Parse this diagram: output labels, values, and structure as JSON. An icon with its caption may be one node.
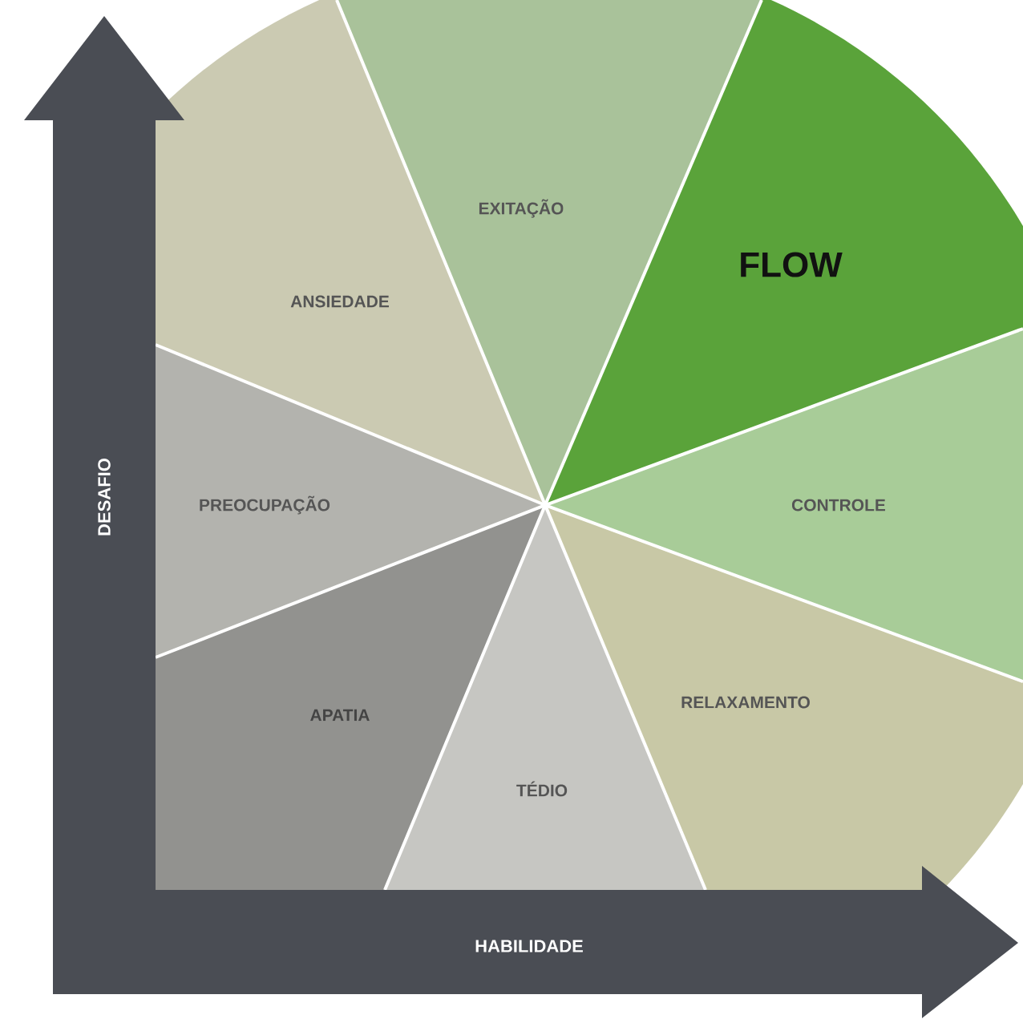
{
  "diagram": {
    "nodes": [
      {
        "text": [
          "EXITAÇÃO"
        ]
      },
      {
        "text": [
          "FLOW"
        ]
      },
      {
        "text": [
          "ANSIEDADE"
        ]
      },
      {
        "text": [
          "PREOCUPAÇÃO"
        ]
      },
      {
        "text": [
          "CONTROLE"
        ]
      },
      {
        "text": [
          "RELAXAMENTO"
        ]
      },
      {
        "text": [
          "APATIA"
        ]
      },
      {
        "text": [
          "TÉDIO"
        ]
      }
    ],
    "labels": [
      "DESAFIO",
      "HABILIDADE"
    ]
  }
}
